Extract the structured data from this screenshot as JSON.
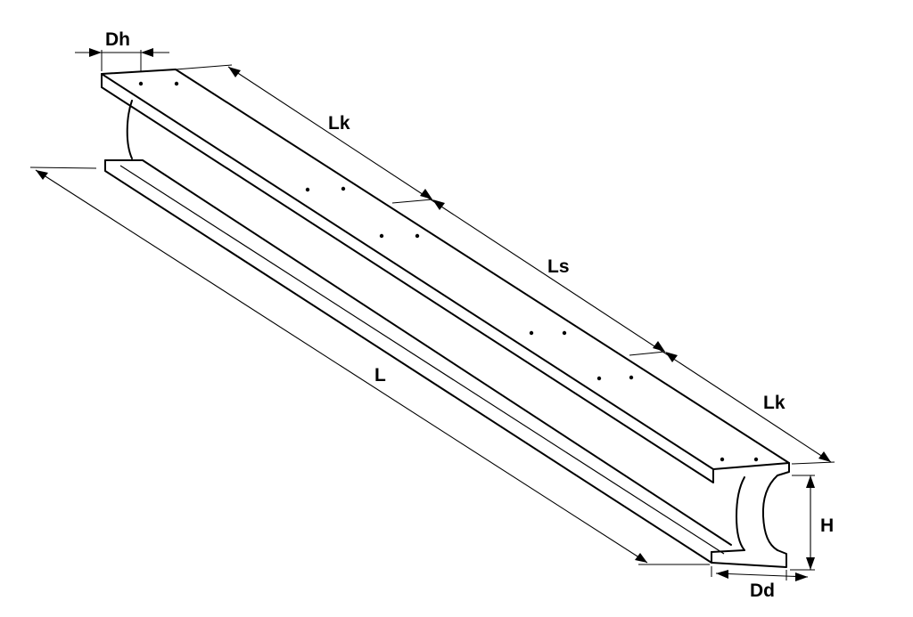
{
  "diagram": {
    "labels": {
      "dh": "Dh",
      "lk_top": "Lk",
      "ls": "Ls",
      "lk_end": "Lk",
      "l": "L",
      "h": "H",
      "dd": "Dd"
    }
  }
}
